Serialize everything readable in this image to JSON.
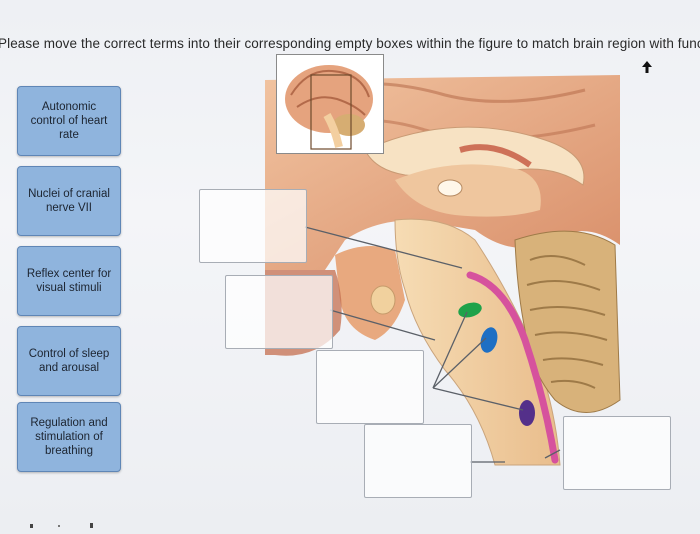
{
  "instruction": "Please move the correct terms into their corresponding empty boxes within the figure to match brain region with funct",
  "terms": [
    {
      "label": "Autonomic control of heart rate"
    },
    {
      "label": "Nuclei of cranial nerve VII"
    },
    {
      "label": "Reflex center for visual stimuli"
    },
    {
      "label": "Control of sleep and arousal"
    },
    {
      "label": "Regulation and stimulation of breathing"
    }
  ],
  "figure": {
    "colors": {
      "cerebrum": "#e7a983",
      "brainstem": "#f3d2a6",
      "cerebellum": "#d9b47a",
      "reticular_formation": "#d6529d",
      "marker_green": "#1fa24a",
      "marker_blue": "#1e6fc4",
      "marker_purple": "#54308a"
    },
    "icons": {
      "cursor": "cursor-arrow-icon"
    }
  }
}
